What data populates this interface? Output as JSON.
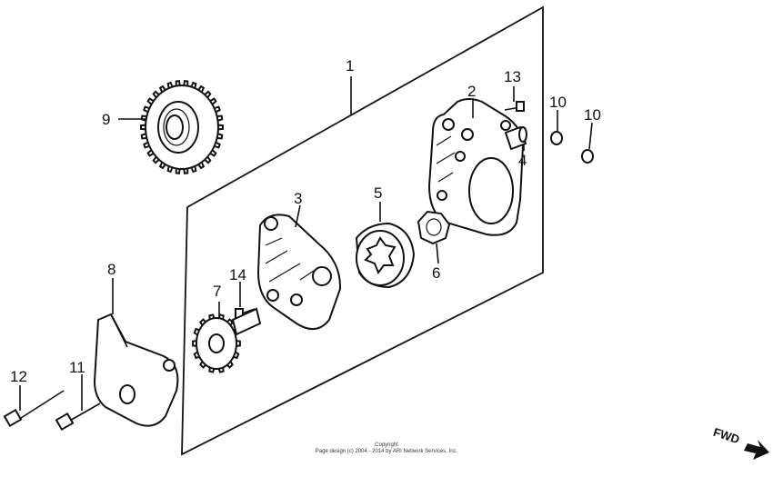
{
  "callouts": {
    "c1": "1",
    "c2": "2",
    "c3": "3",
    "c4": "4",
    "c5": "5",
    "c6": "6",
    "c7": "7",
    "c8": "8",
    "c9": "9",
    "c10a": "10",
    "c10b": "10",
    "c11": "11",
    "c12": "12",
    "c13": "13",
    "c14": "14"
  },
  "copyright": {
    "line1": "Copyright",
    "line2": "Page design (c) 2004 - 2014 by ARI Network Services, Inc."
  },
  "direction": {
    "label": "FWD"
  }
}
